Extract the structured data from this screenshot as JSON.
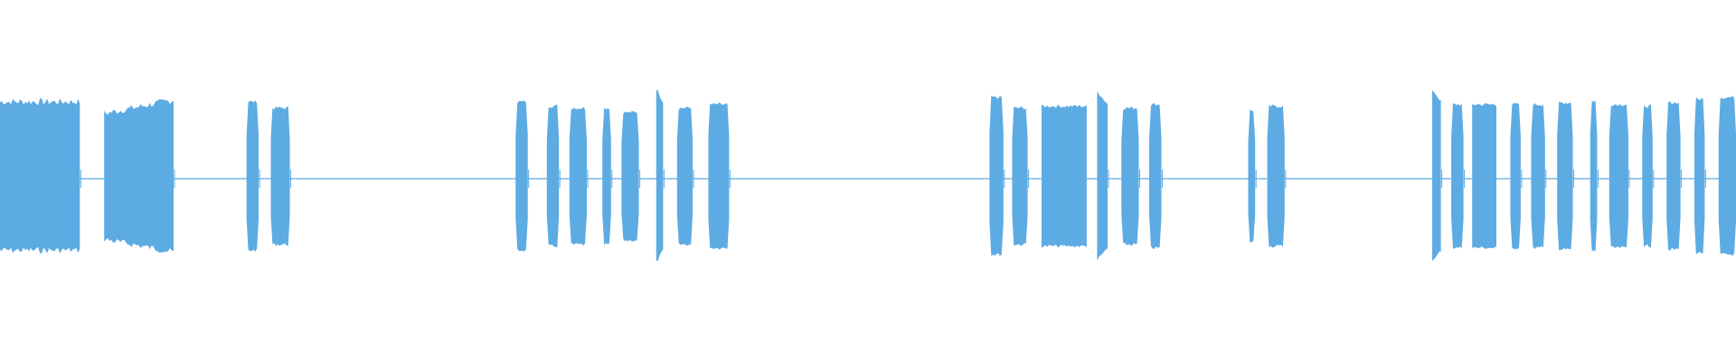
{
  "waveform": {
    "color": "#5dabe3",
    "background": "#ffffff",
    "baseline_color": "#5dabe3",
    "segments": [
      {
        "start": 0.0,
        "end": 0.046,
        "amplitude": 0.83,
        "shape": "wavy"
      },
      {
        "start": 0.06,
        "end": 0.1,
        "amplitude": 0.85,
        "shape": "rising"
      },
      {
        "start": 0.142,
        "end": 0.149,
        "amplitude": 0.85,
        "shape": "burst"
      },
      {
        "start": 0.156,
        "end": 0.167,
        "amplitude": 0.78,
        "shape": "burst"
      },
      {
        "start": 0.297,
        "end": 0.304,
        "amplitude": 0.85,
        "shape": "burst"
      },
      {
        "start": 0.315,
        "end": 0.322,
        "amplitude": 0.8,
        "shape": "burst"
      },
      {
        "start": 0.328,
        "end": 0.338,
        "amplitude": 0.78,
        "shape": "burst"
      },
      {
        "start": 0.347,
        "end": 0.352,
        "amplitude": 0.78,
        "shape": "burst"
      },
      {
        "start": 0.358,
        "end": 0.368,
        "amplitude": 0.73,
        "shape": "burst"
      },
      {
        "start": 0.378,
        "end": 0.382,
        "amplitude": 1.0,
        "shape": "spike"
      },
      {
        "start": 0.39,
        "end": 0.399,
        "amplitude": 0.78,
        "shape": "burst"
      },
      {
        "start": 0.408,
        "end": 0.42,
        "amplitude": 0.82,
        "shape": "burst"
      },
      {
        "start": 0.57,
        "end": 0.578,
        "amplitude": 0.9,
        "shape": "burst"
      },
      {
        "start": 0.583,
        "end": 0.592,
        "amplitude": 0.78,
        "shape": "burst"
      },
      {
        "start": 0.6,
        "end": 0.626,
        "amplitude": 0.8,
        "shape": "block"
      },
      {
        "start": 0.632,
        "end": 0.638,
        "amplitude": 0.97,
        "shape": "spike"
      },
      {
        "start": 0.646,
        "end": 0.656,
        "amplitude": 0.78,
        "shape": "burst"
      },
      {
        "start": 0.662,
        "end": 0.669,
        "amplitude": 0.82,
        "shape": "burst"
      },
      {
        "start": 0.719,
        "end": 0.723,
        "amplitude": 0.75,
        "shape": "burst"
      },
      {
        "start": 0.73,
        "end": 0.74,
        "amplitude": 0.8,
        "shape": "burst"
      },
      {
        "start": 0.825,
        "end": 0.83,
        "amplitude": 1.0,
        "shape": "spike"
      },
      {
        "start": 0.836,
        "end": 0.843,
        "amplitude": 0.82,
        "shape": "burst"
      },
      {
        "start": 0.848,
        "end": 0.862,
        "amplitude": 0.82,
        "shape": "block"
      },
      {
        "start": 0.87,
        "end": 0.876,
        "amplitude": 0.82,
        "shape": "burst"
      },
      {
        "start": 0.882,
        "end": 0.89,
        "amplitude": 0.82,
        "shape": "burst"
      },
      {
        "start": 0.897,
        "end": 0.906,
        "amplitude": 0.84,
        "shape": "burst"
      },
      {
        "start": 0.916,
        "end": 0.92,
        "amplitude": 0.86,
        "shape": "burst"
      },
      {
        "start": 0.927,
        "end": 0.938,
        "amplitude": 0.82,
        "shape": "burst"
      },
      {
        "start": 0.946,
        "end": 0.952,
        "amplitude": 0.8,
        "shape": "burst"
      },
      {
        "start": 0.96,
        "end": 0.968,
        "amplitude": 0.84,
        "shape": "burst"
      },
      {
        "start": 0.976,
        "end": 0.982,
        "amplitude": 0.88,
        "shape": "burst"
      },
      {
        "start": 0.99,
        "end": 1.0,
        "amplitude": 0.9,
        "shape": "burst"
      }
    ]
  }
}
